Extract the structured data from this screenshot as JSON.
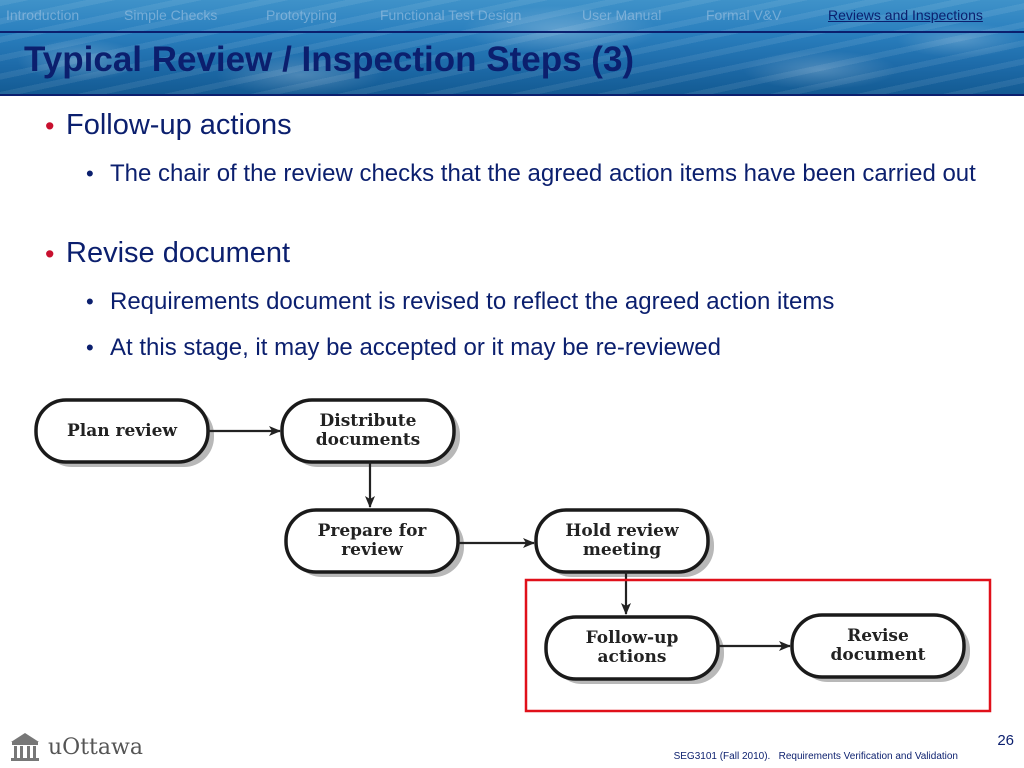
{
  "nav": {
    "tabs": [
      {
        "label": "Introduction",
        "active": false
      },
      {
        "label": "Simple Checks",
        "active": false
      },
      {
        "label": "Prototyping",
        "active": false
      },
      {
        "label": "Functional Test Design",
        "active": false
      },
      {
        "label": "User Manual",
        "active": false
      },
      {
        "label": "Formal V&V",
        "active": false
      },
      {
        "label": "Reviews and Inspections",
        "active": true
      }
    ]
  },
  "title": "Typical Review / Inspection Steps (3)",
  "bullets": [
    {
      "text": "Follow-up actions",
      "sub": [
        "The chair of the review checks that the agreed action items have been carried out"
      ]
    },
    {
      "text": "Revise document",
      "sub": [
        "Requirements document is revised to reflect the agreed action items",
        "At this stage, it may be accepted or it may be re-reviewed"
      ]
    }
  ],
  "diagram": {
    "nodes": {
      "plan_review": "Plan review",
      "distribute_documents": "Distribute documents",
      "prepare_for_review": "Prepare for review",
      "hold_review_meeting": "Hold review meeting",
      "follow_up_actions": "Follow-up actions",
      "revise_document": "Revise document"
    },
    "highlight_color": "#e0101a"
  },
  "footer": {
    "logo_text": "uOttawa",
    "page_number": "26",
    "course_info": "SEG3101 (Fall 2010).   Requirements Verification and Validation"
  },
  "colors": {
    "title": "#0b1f6e",
    "bullet_primary": "#c8102e",
    "header_band": "#2a7fbe"
  }
}
